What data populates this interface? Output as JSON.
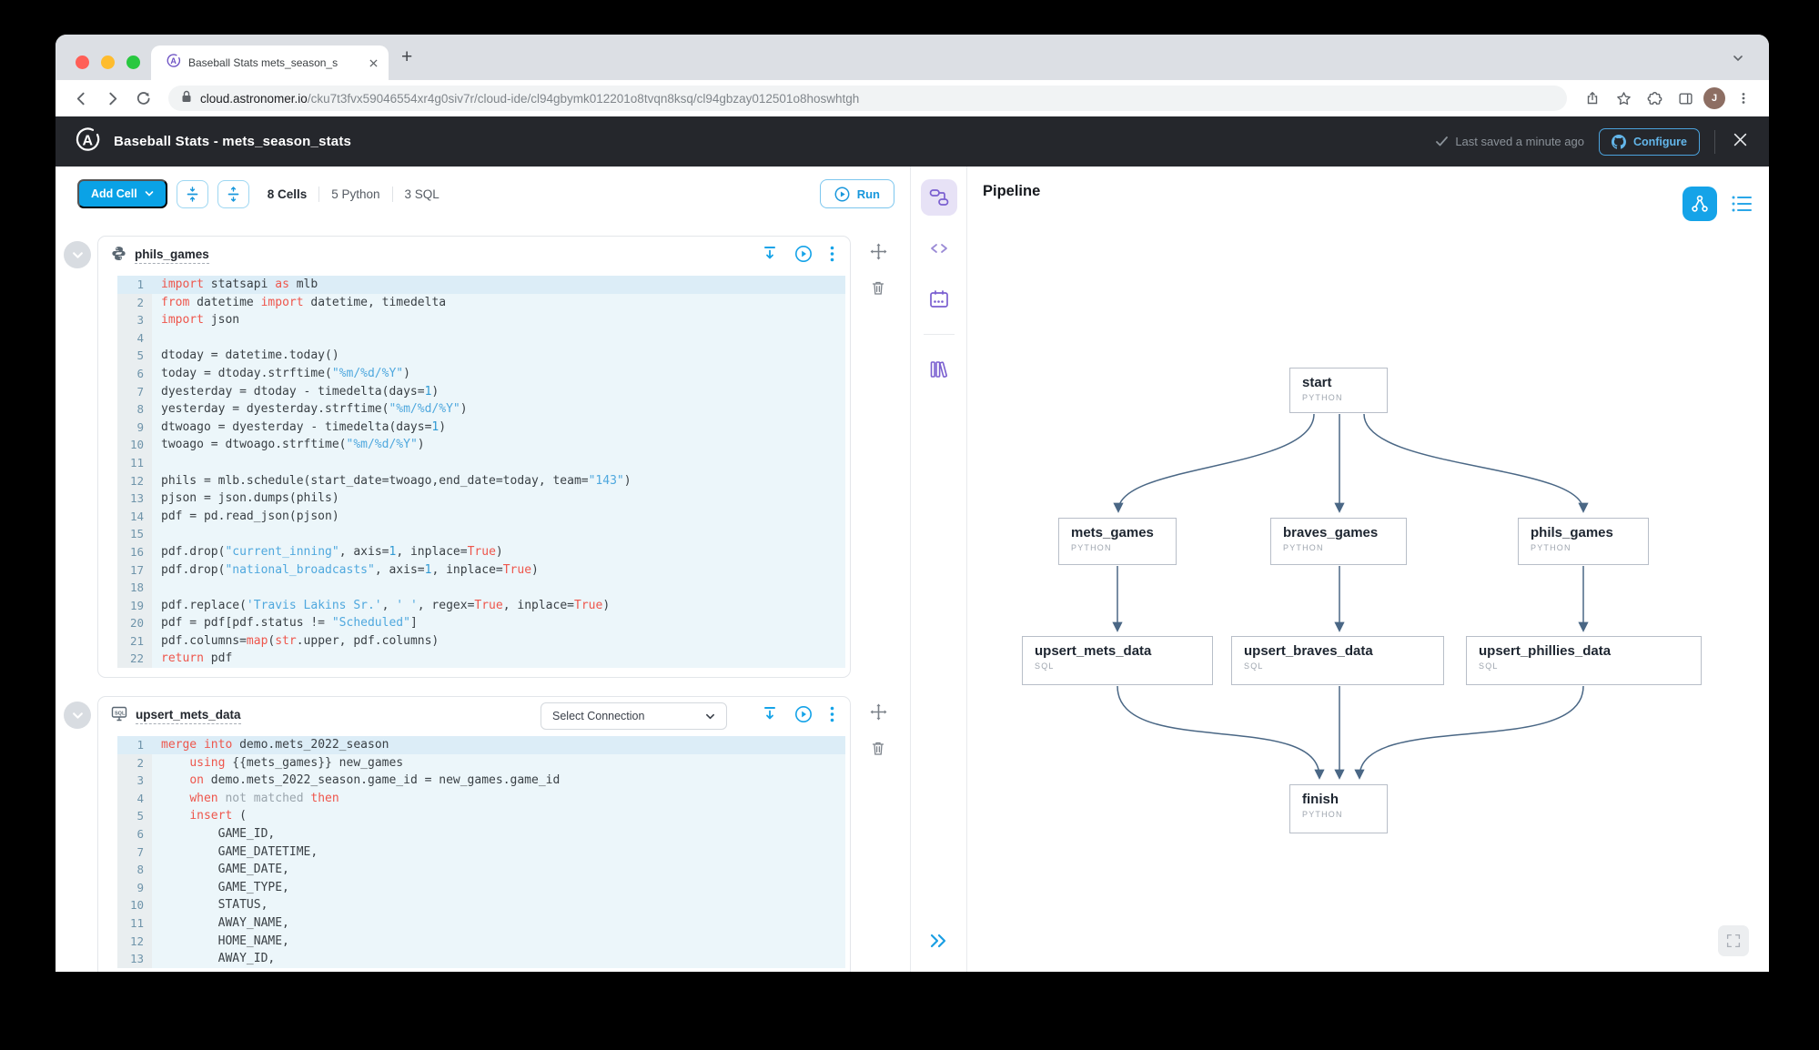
{
  "browser": {
    "tab_title": "Baseball Stats mets_season_s",
    "url_domain": "cloud.astronomer.io",
    "url_path": "/cku7t3fvx59046554xr4g0siv7r/cloud-ide/cl94gbymk012201o8tvqn8ksq/cl94gbzay012501o8hoswhtgh",
    "avatar_initial": "J"
  },
  "header": {
    "title": "Baseball Stats - mets_season_stats",
    "saved_status": "Last saved a minute ago",
    "configure_label": "Configure"
  },
  "toolbar": {
    "add_cell_label": "Add Cell",
    "cells_count": "8 Cells",
    "python_count": "5 Python",
    "sql_count": "3 SQL",
    "run_label": "Run"
  },
  "cells": [
    {
      "name": "phils_games",
      "type": "python",
      "active_line": 1,
      "lines": [
        [
          [
            "k",
            "import"
          ],
          [
            "d",
            " statsapi "
          ],
          [
            "k",
            "as"
          ],
          [
            "d",
            " mlb"
          ]
        ],
        [
          [
            "k",
            "from"
          ],
          [
            "d",
            " datetime "
          ],
          [
            "k",
            "import"
          ],
          [
            "d",
            " datetime, timedelta"
          ]
        ],
        [
          [
            "k",
            "import"
          ],
          [
            "d",
            " json"
          ]
        ],
        [],
        [
          [
            "d",
            "dtoday = datetime.today()"
          ]
        ],
        [
          [
            "d",
            "today = dtoday.strftime("
          ],
          [
            "s",
            "\"%m/%d/%Y\""
          ],
          [
            "d",
            ")"
          ]
        ],
        [
          [
            "d",
            "dyesterday = dtoday - timedelta(days="
          ],
          [
            "n",
            "1"
          ],
          [
            "d",
            ")"
          ]
        ],
        [
          [
            "d",
            "yesterday = dyesterday.strftime("
          ],
          [
            "s",
            "\"%m/%d/%Y\""
          ],
          [
            "d",
            ")"
          ]
        ],
        [
          [
            "d",
            "dtwoago = dyesterday - timedelta(days="
          ],
          [
            "n",
            "1"
          ],
          [
            "d",
            ")"
          ]
        ],
        [
          [
            "d",
            "twoago = dtwoago.strftime("
          ],
          [
            "s",
            "\"%m/%d/%Y\""
          ],
          [
            "d",
            ")"
          ]
        ],
        [],
        [
          [
            "d",
            "phils = mlb.schedule(start_date=twoago,end_date=today, team="
          ],
          [
            "s",
            "\"143\""
          ],
          [
            "d",
            ")"
          ]
        ],
        [
          [
            "d",
            "pjson = json.dumps(phils)"
          ]
        ],
        [
          [
            "d",
            "pdf = pd.read_json(pjson)"
          ]
        ],
        [],
        [
          [
            "d",
            "pdf.drop("
          ],
          [
            "s",
            "\"current_inning\""
          ],
          [
            "d",
            ", axis="
          ],
          [
            "n",
            "1"
          ],
          [
            "d",
            ", inplace="
          ],
          [
            "k",
            "True"
          ],
          [
            "d",
            ")"
          ]
        ],
        [
          [
            "d",
            "pdf.drop("
          ],
          [
            "s",
            "\"national_broadcasts\""
          ],
          [
            "d",
            ", axis="
          ],
          [
            "n",
            "1"
          ],
          [
            "d",
            ", inplace="
          ],
          [
            "k",
            "True"
          ],
          [
            "d",
            ")"
          ]
        ],
        [],
        [
          [
            "d",
            "pdf.replace("
          ],
          [
            "s",
            "'Travis Lakins Sr.'"
          ],
          [
            "d",
            ", "
          ],
          [
            "s",
            "' '"
          ],
          [
            "d",
            ", regex="
          ],
          [
            "k",
            "True"
          ],
          [
            "d",
            ", inplace="
          ],
          [
            "k",
            "True"
          ],
          [
            "d",
            ")"
          ]
        ],
        [
          [
            "d",
            "pdf = pdf[pdf.status != "
          ],
          [
            "s",
            "\"Scheduled\""
          ],
          [
            "d",
            "]"
          ]
        ],
        [
          [
            "d",
            "pdf.columns="
          ],
          [
            "k",
            "map"
          ],
          [
            "d",
            "("
          ],
          [
            "k",
            "str"
          ],
          [
            "d",
            ".upper, pdf.columns)"
          ]
        ],
        [
          [
            "k",
            "return"
          ],
          [
            "d",
            " pdf"
          ]
        ]
      ]
    },
    {
      "name": "upsert_mets_data",
      "type": "sql",
      "connection_placeholder": "Select Connection",
      "active_line": 1,
      "lines": [
        [
          [
            "k",
            "merge"
          ],
          [
            "d",
            " "
          ],
          [
            "k",
            "into"
          ],
          [
            "d",
            " demo.mets_2022_season"
          ]
        ],
        [
          [
            "d",
            "    "
          ],
          [
            "k",
            "using"
          ],
          [
            "d",
            " {{mets_games}} new_games"
          ]
        ],
        [
          [
            "d",
            "    "
          ],
          [
            "k",
            "on"
          ],
          [
            "d",
            " demo.mets_2022_season.game_id = new_games.game_id"
          ]
        ],
        [
          [
            "d",
            "    "
          ],
          [
            "k",
            "when"
          ],
          [
            "d",
            " "
          ],
          [
            "g",
            "not matched"
          ],
          [
            "d",
            " "
          ],
          [
            "k",
            "then"
          ]
        ],
        [
          [
            "d",
            "    "
          ],
          [
            "k",
            "insert"
          ],
          [
            "d",
            " ("
          ]
        ],
        [
          [
            "d",
            "        GAME_ID,"
          ]
        ],
        [
          [
            "d",
            "        GAME_DATETIME,"
          ]
        ],
        [
          [
            "d",
            "        GAME_DATE,"
          ]
        ],
        [
          [
            "d",
            "        GAME_TYPE,"
          ]
        ],
        [
          [
            "d",
            "        STATUS,"
          ]
        ],
        [
          [
            "d",
            "        AWAY_NAME,"
          ]
        ],
        [
          [
            "d",
            "        HOME_NAME,"
          ]
        ],
        [
          [
            "d",
            "        AWAY_ID,"
          ]
        ]
      ]
    }
  ],
  "pipeline": {
    "title": "Pipeline",
    "nodes": [
      {
        "id": "start",
        "label": "start",
        "type": "PYTHON"
      },
      {
        "id": "mets_games",
        "label": "mets_games",
        "type": "PYTHON"
      },
      {
        "id": "braves_games",
        "label": "braves_games",
        "type": "PYTHON"
      },
      {
        "id": "phils_games",
        "label": "phils_games",
        "type": "PYTHON"
      },
      {
        "id": "upsert_mets_data",
        "label": "upsert_mets_data",
        "type": "SQL"
      },
      {
        "id": "upsert_braves_data",
        "label": "upsert_braves_data",
        "type": "SQL"
      },
      {
        "id": "upsert_phillies_data",
        "label": "upsert_phillies_data",
        "type": "SQL"
      },
      {
        "id": "finish",
        "label": "finish",
        "type": "PYTHON"
      }
    ],
    "colors": {
      "accent_blue": "#15a3e8",
      "edge": "#4a6785",
      "purple": "#7a5fd0"
    }
  }
}
